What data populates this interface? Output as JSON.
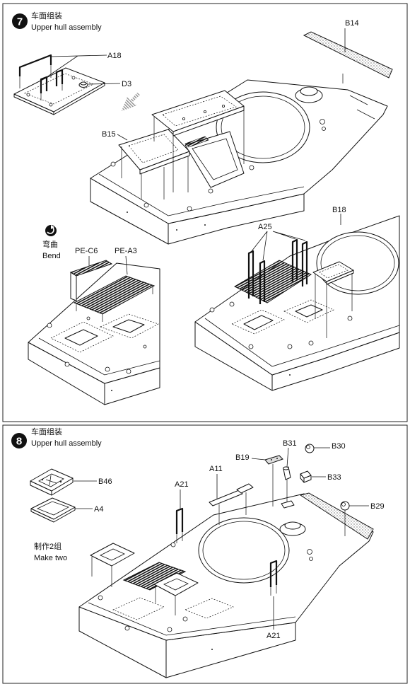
{
  "step7": {
    "number": "7",
    "title_cn": "车面组装",
    "title_en": "Upper hull assembly",
    "bend_cn": "弯曲",
    "bend_en": "Bend",
    "bend_icon": "bend-icon",
    "parts": {
      "b14": "B14",
      "a18": "A18",
      "d3": "D3",
      "b15": "B15",
      "b18": "B18",
      "a25": "A25",
      "pe_c6": "PE-C6",
      "pe_a3": "PE-A3"
    }
  },
  "step8": {
    "number": "8",
    "title_cn": "车面组装",
    "title_en": "Upper hull assembly",
    "make_two_cn": "制作2组",
    "make_two_en": "Make two",
    "parts": {
      "b46": "B46",
      "a4": "A4",
      "a11": "A11",
      "a21_upper": "A21",
      "b19": "B19",
      "b31": "B31",
      "b30": "B30",
      "b33": "B33",
      "b29": "B29",
      "a21_lower": "A21"
    }
  }
}
